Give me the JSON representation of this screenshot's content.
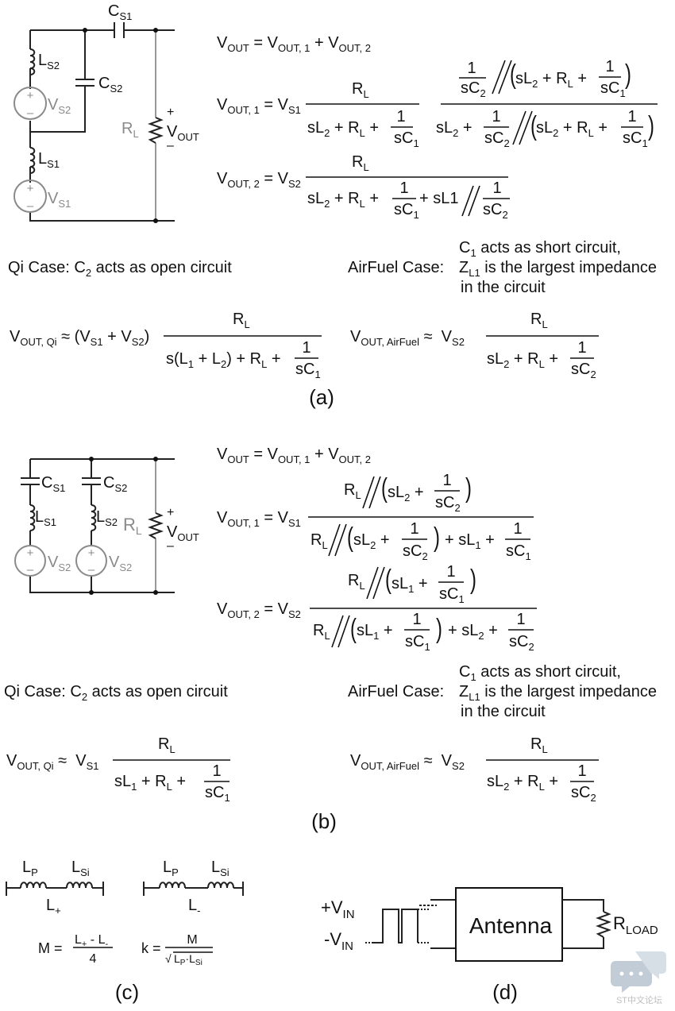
{
  "panel_a": {
    "caption": "(a)",
    "labels": {
      "cs1": "C",
      "cs1_sub": "S1",
      "cs2": "C",
      "cs2_sub": "S2",
      "ls2": "L",
      "ls2_sub": "S2",
      "ls1": "L",
      "ls1_sub": "S1",
      "vs2": "V",
      "vs2_sub": "S2",
      "vs1": "V",
      "vs1_sub": "S1",
      "rl": "R",
      "rl_sub": "L",
      "vout": "V",
      "vout_sub": "OUT",
      "plus": "+",
      "minus": "–"
    },
    "eq_vout": "V_OUT = V_OUT,1 + V_OUT,2",
    "eq_vout1": "V_OUT,1 = V_S1 · R_L / (sL2 + R_L + 1/sC1) · [ (1/sC2) // (sL2 + R_L + 1/sC1) ] / [ sL2 + (1/sC2) // (sL2 + R_L + 1/sC1) ]",
    "eq_vout2": "V_OUT,2 = V_S2 · R_L / (sL2 + R_L + 1/sC1 + sL1 // 1/sC2)",
    "qi_case": "Qi Case: C2 acts as open circuit",
    "airfuel_case_label": "AirFuel Case:",
    "airfuel_case_lines": [
      "C1 acts as short circuit,",
      "ZL1 is the largest impedance",
      "in the circuit"
    ],
    "eq_qi": "V_OUT,Qi ≈ (V_S1 + V_S2) · R_L / (s(L1 + L2) + R_L + 1/sC1)",
    "eq_airfuel": "V_OUT,AirFuel ≈ V_S2 · R_L / (sL2 + R_L + 1/sC2)"
  },
  "panel_b": {
    "caption": "(b)",
    "eq_vout": "V_OUT = V_OUT,1 + V_OUT,2",
    "eq_vout1": "V_OUT,1 = V_S1 · [R_L // (sL2 + 1/sC2)] / [R_L // (sL2 + 1/sC2) + sL1 + 1/sC1]",
    "eq_vout2": "V_OUT,2 = V_S2 · [R_L // (sL1 + 1/sC1)] / [R_L // (sL1 + 1/sC1) + sL2 + 1/sC2]",
    "qi_case": "Qi Case: C2 acts as open circuit",
    "airfuel_case_label": "AirFuel Case:",
    "airfuel_case_lines": [
      "C1 acts as short circuit,",
      "ZL1 is the largest impedance",
      "in the circuit"
    ],
    "eq_qi": "V_OUT,Qi ≈ V_S1 · R_L / (sL1 + R_L + 1/sC1)",
    "eq_airfuel": "V_OUT,AirFuel ≈ V_S2 · R_L / (sL2 + R_L + 1/sC2)"
  },
  "panel_c": {
    "caption": "(c)",
    "lp": "L",
    "lp_sub": "P",
    "lsi": "L",
    "lsi_sub": "Si",
    "lplus": "L",
    "lplus_sub": "+",
    "lminus": "L",
    "lminus_sub": "-",
    "eq_m": "M = (L+ - L-) / 4",
    "eq_k": "k = M / √(LP·LSi)"
  },
  "panel_d": {
    "caption": "(d)",
    "vin_pos": "+V",
    "vin_pos_sub": "IN",
    "vin_neg": "-V",
    "vin_neg_sub": "IN",
    "antenna": "Antenna",
    "rload": "R",
    "rload_sub": "LOAD"
  },
  "watermark": {
    "text": "ST中文论坛"
  },
  "colors": {
    "line": "#222222",
    "source_gray": "#8a8a8a",
    "background": "#ffffff"
  }
}
